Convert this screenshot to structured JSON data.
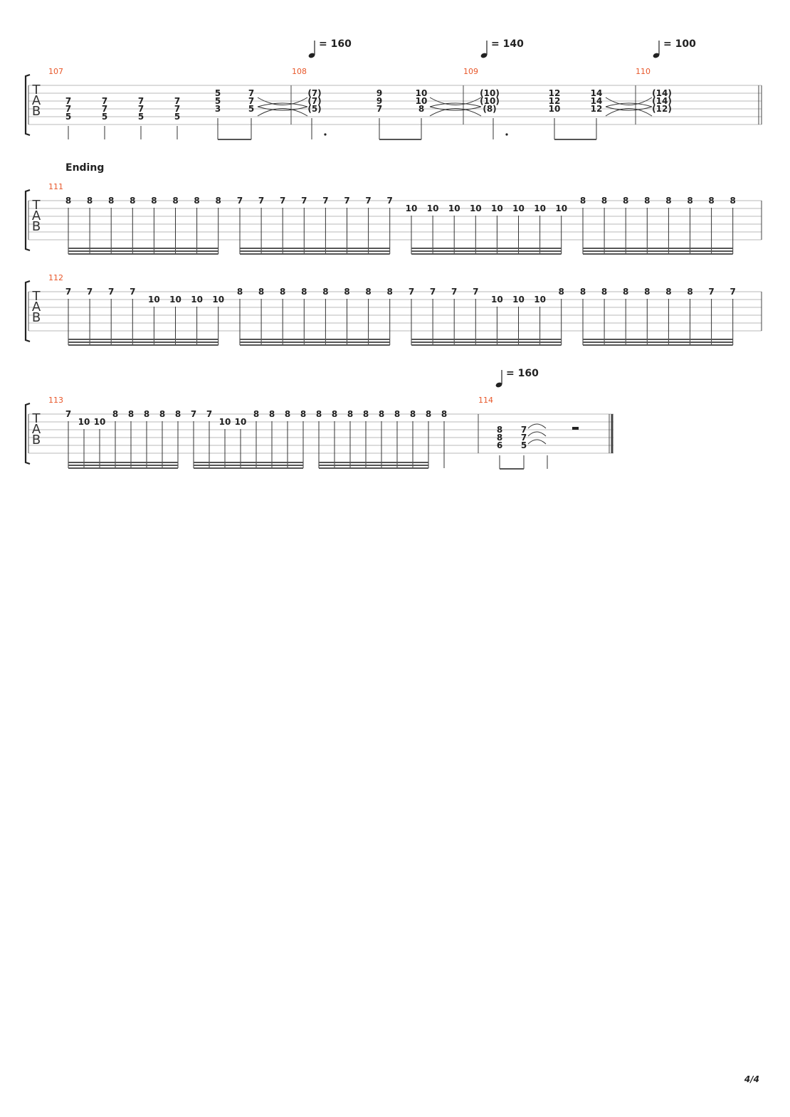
{
  "page_number": "4/4",
  "tab_clef": [
    "T",
    "A",
    "B"
  ],
  "systems": [
    {
      "tempos": [
        {
          "measure": "108",
          "text": "= 160"
        },
        {
          "measure": "109",
          "text": "= 140"
        },
        {
          "measure": "110",
          "text": "= 100"
        }
      ],
      "measures": [
        "107",
        "108",
        "109",
        "110"
      ],
      "notes": [
        {
          "frets": [
            "",
            "",
            "7",
            "7",
            "5",
            ""
          ]
        },
        {
          "frets": [
            "",
            "",
            "7",
            "7",
            "5",
            ""
          ]
        },
        {
          "frets": [
            "",
            "",
            "7",
            "7",
            "5",
            ""
          ]
        },
        {
          "frets": [
            "",
            "",
            "7",
            "7",
            "5",
            ""
          ]
        },
        {
          "frets": [
            "",
            "5",
            "5",
            "3",
            "",
            ""
          ]
        },
        {
          "frets": [
            "",
            "7",
            "7",
            "5",
            "",
            ""
          ]
        },
        {
          "frets": [
            "",
            "(7)",
            "(7)",
            "(5)",
            "",
            ""
          ]
        },
        {
          "frets": [
            "",
            "9",
            "9",
            "7",
            "",
            ""
          ]
        },
        {
          "frets": [
            "",
            "10",
            "10",
            "8",
            "",
            ""
          ]
        },
        {
          "frets": [
            "",
            "(10)",
            "(10)",
            "(8)",
            "",
            ""
          ]
        },
        {
          "frets": [
            "",
            "12",
            "12",
            "10",
            "",
            ""
          ]
        },
        {
          "frets": [
            "",
            "14",
            "14",
            "12",
            "",
            ""
          ]
        },
        {
          "frets": [
            "",
            "(14)",
            "(14)",
            "(12)",
            "",
            ""
          ]
        }
      ]
    },
    {
      "section": "Ending",
      "measures": [
        "111"
      ],
      "notes": [
        "8",
        "8",
        "8",
        "8",
        "8",
        "8",
        "8",
        "8",
        "7",
        "7",
        "7",
        "7",
        "7",
        "7",
        "7",
        "7",
        "10",
        "10",
        "10",
        "10",
        "10",
        "10",
        "10",
        "10",
        "8",
        "8",
        "8",
        "8",
        "8",
        "8",
        "8",
        "8"
      ]
    },
    {
      "measures": [
        "112"
      ],
      "notes": [
        "7",
        "7",
        "7",
        "7",
        "10",
        "10",
        "10",
        "10",
        "8",
        "8",
        "8",
        "8",
        "8",
        "8",
        "8",
        "8",
        "7",
        "7",
        "7",
        "7",
        "10",
        "10",
        "10",
        "8",
        "8",
        "8",
        "8",
        "8",
        "8",
        "8",
        "7",
        "7"
      ]
    },
    {
      "tempos": [
        {
          "measure": "114",
          "text": "= 160"
        }
      ],
      "measures": [
        "113",
        "114"
      ],
      "notes": [
        "7",
        "10",
        "10",
        "8",
        "8",
        "8",
        "8",
        "8",
        "7",
        "7",
        "10",
        "10",
        "8",
        "8",
        "8",
        "8",
        "8",
        "8",
        "8",
        "8",
        "8",
        "8",
        "8",
        "8",
        "8"
      ],
      "chords": [
        {
          "frets": [
            "8",
            "8",
            "6"
          ]
        },
        {
          "frets": [
            "7",
            "7",
            "5"
          ]
        }
      ]
    }
  ]
}
